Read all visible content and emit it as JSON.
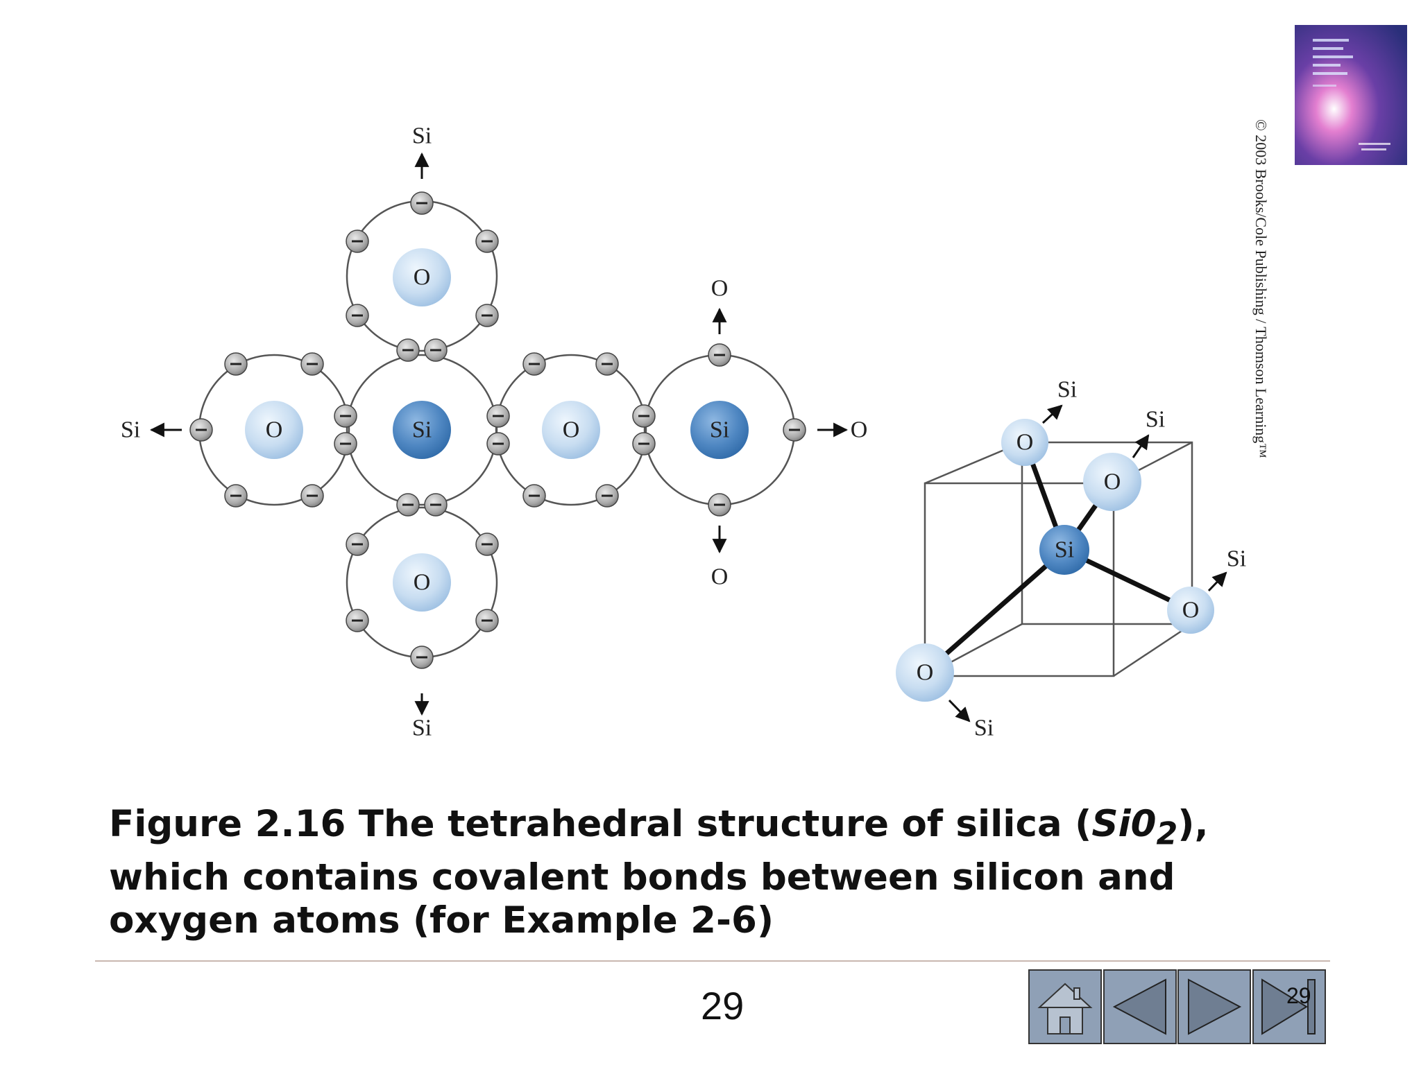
{
  "diagram": {
    "atom_o": "O",
    "atom_si": "Si",
    "external_labels": {
      "top_si": "Si",
      "left_si": "Si",
      "bottom_si": "Si",
      "right_o_top": "O",
      "right_o_right": "O",
      "right_o_bottom": "O",
      "tetra_si_1": "Si",
      "tetra_si_2": "Si",
      "tetra_si_3": "Si",
      "tetra_si_4": "Si"
    },
    "tetra_atoms": {
      "o1": "O",
      "o2": "O",
      "o3": "O",
      "o4": "O",
      "si": "Si"
    },
    "copyright": "© 2003 Brooks/Cole Publishing / Thomson Learning™"
  },
  "caption": {
    "line1_prefix": "Figure 2.16  The tetrahedral structure of silica (",
    "formula_main": "Si0",
    "formula_sub": "2",
    "line1_suffix": "), which",
    "rest": "contains covalent bonds between silicon and oxygen atoms (for Example 2-6)"
  },
  "footer": {
    "page_number": "29",
    "nav_page_number": "29",
    "nav_buttons": [
      "home-icon",
      "previous-icon",
      "next-icon",
      "last-icon"
    ]
  },
  "colors": {
    "oxygen": "#c6dcf0",
    "silicon": "#4f87c2",
    "nav_bg": "#8fa0b6"
  }
}
